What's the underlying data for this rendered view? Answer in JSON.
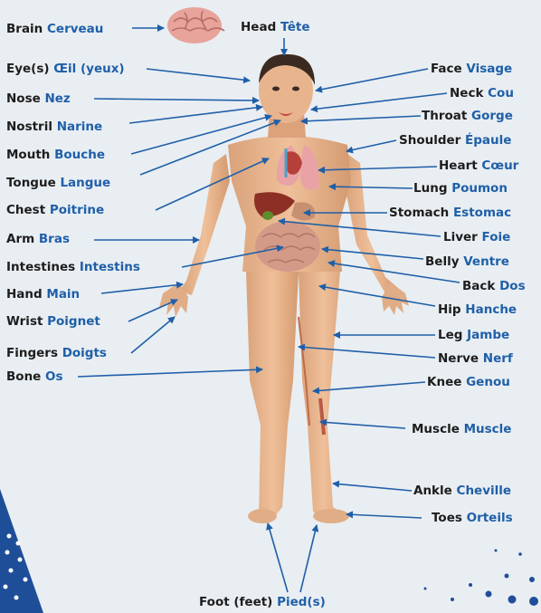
{
  "colors": {
    "english_text": "#1d1d1d",
    "french_text": "#1f5fa8",
    "arrow": "#1f5fa8",
    "background": "#e9eef2"
  },
  "labels": [
    {
      "en": "Brain",
      "fr": "Cerveau"
    },
    {
      "en": "Head",
      "fr": "Tête"
    },
    {
      "en": "Eye(s)",
      "fr": "Œil (yeux)"
    },
    {
      "en": "Face",
      "fr": "Visage"
    },
    {
      "en": "Nose",
      "fr": "Nez"
    },
    {
      "en": "Neck",
      "fr": "Cou"
    },
    {
      "en": "Nostril",
      "fr": "Narine"
    },
    {
      "en": "Throat",
      "fr": "Gorge"
    },
    {
      "en": "Mouth",
      "fr": "Bouche"
    },
    {
      "en": "Shoulder",
      "fr": "Épaule"
    },
    {
      "en": "Heart",
      "fr": "Cœur"
    },
    {
      "en": "Tongue",
      "fr": "Langue"
    },
    {
      "en": "Lung",
      "fr": "Poumon"
    },
    {
      "en": "Chest",
      "fr": "Poitrine"
    },
    {
      "en": "Stomach",
      "fr": "Estomac"
    },
    {
      "en": "Arm",
      "fr": "Bras"
    },
    {
      "en": "Liver",
      "fr": "Foie"
    },
    {
      "en": "Intestines",
      "fr": "Intestins"
    },
    {
      "en": "Belly",
      "fr": "Ventre"
    },
    {
      "en": "Back",
      "fr": "Dos"
    },
    {
      "en": "Hand",
      "fr": "Main"
    },
    {
      "en": "Hip",
      "fr": "Hanche"
    },
    {
      "en": "Wrist",
      "fr": "Poignet"
    },
    {
      "en": "Leg",
      "fr": "Jambe"
    },
    {
      "en": "Fingers",
      "fr": "Doigts"
    },
    {
      "en": "Nerve",
      "fr": "Nerf"
    },
    {
      "en": "Bone",
      "fr": "Os"
    },
    {
      "en": "Knee",
      "fr": "Genou"
    },
    {
      "en": "Muscle",
      "fr": "Muscle"
    },
    {
      "en": "Ankle",
      "fr": "Cheville"
    },
    {
      "en": "Toes",
      "fr": "Orteils"
    },
    {
      "en": "Foot (feet)",
      "fr": "Pied(s)"
    }
  ]
}
